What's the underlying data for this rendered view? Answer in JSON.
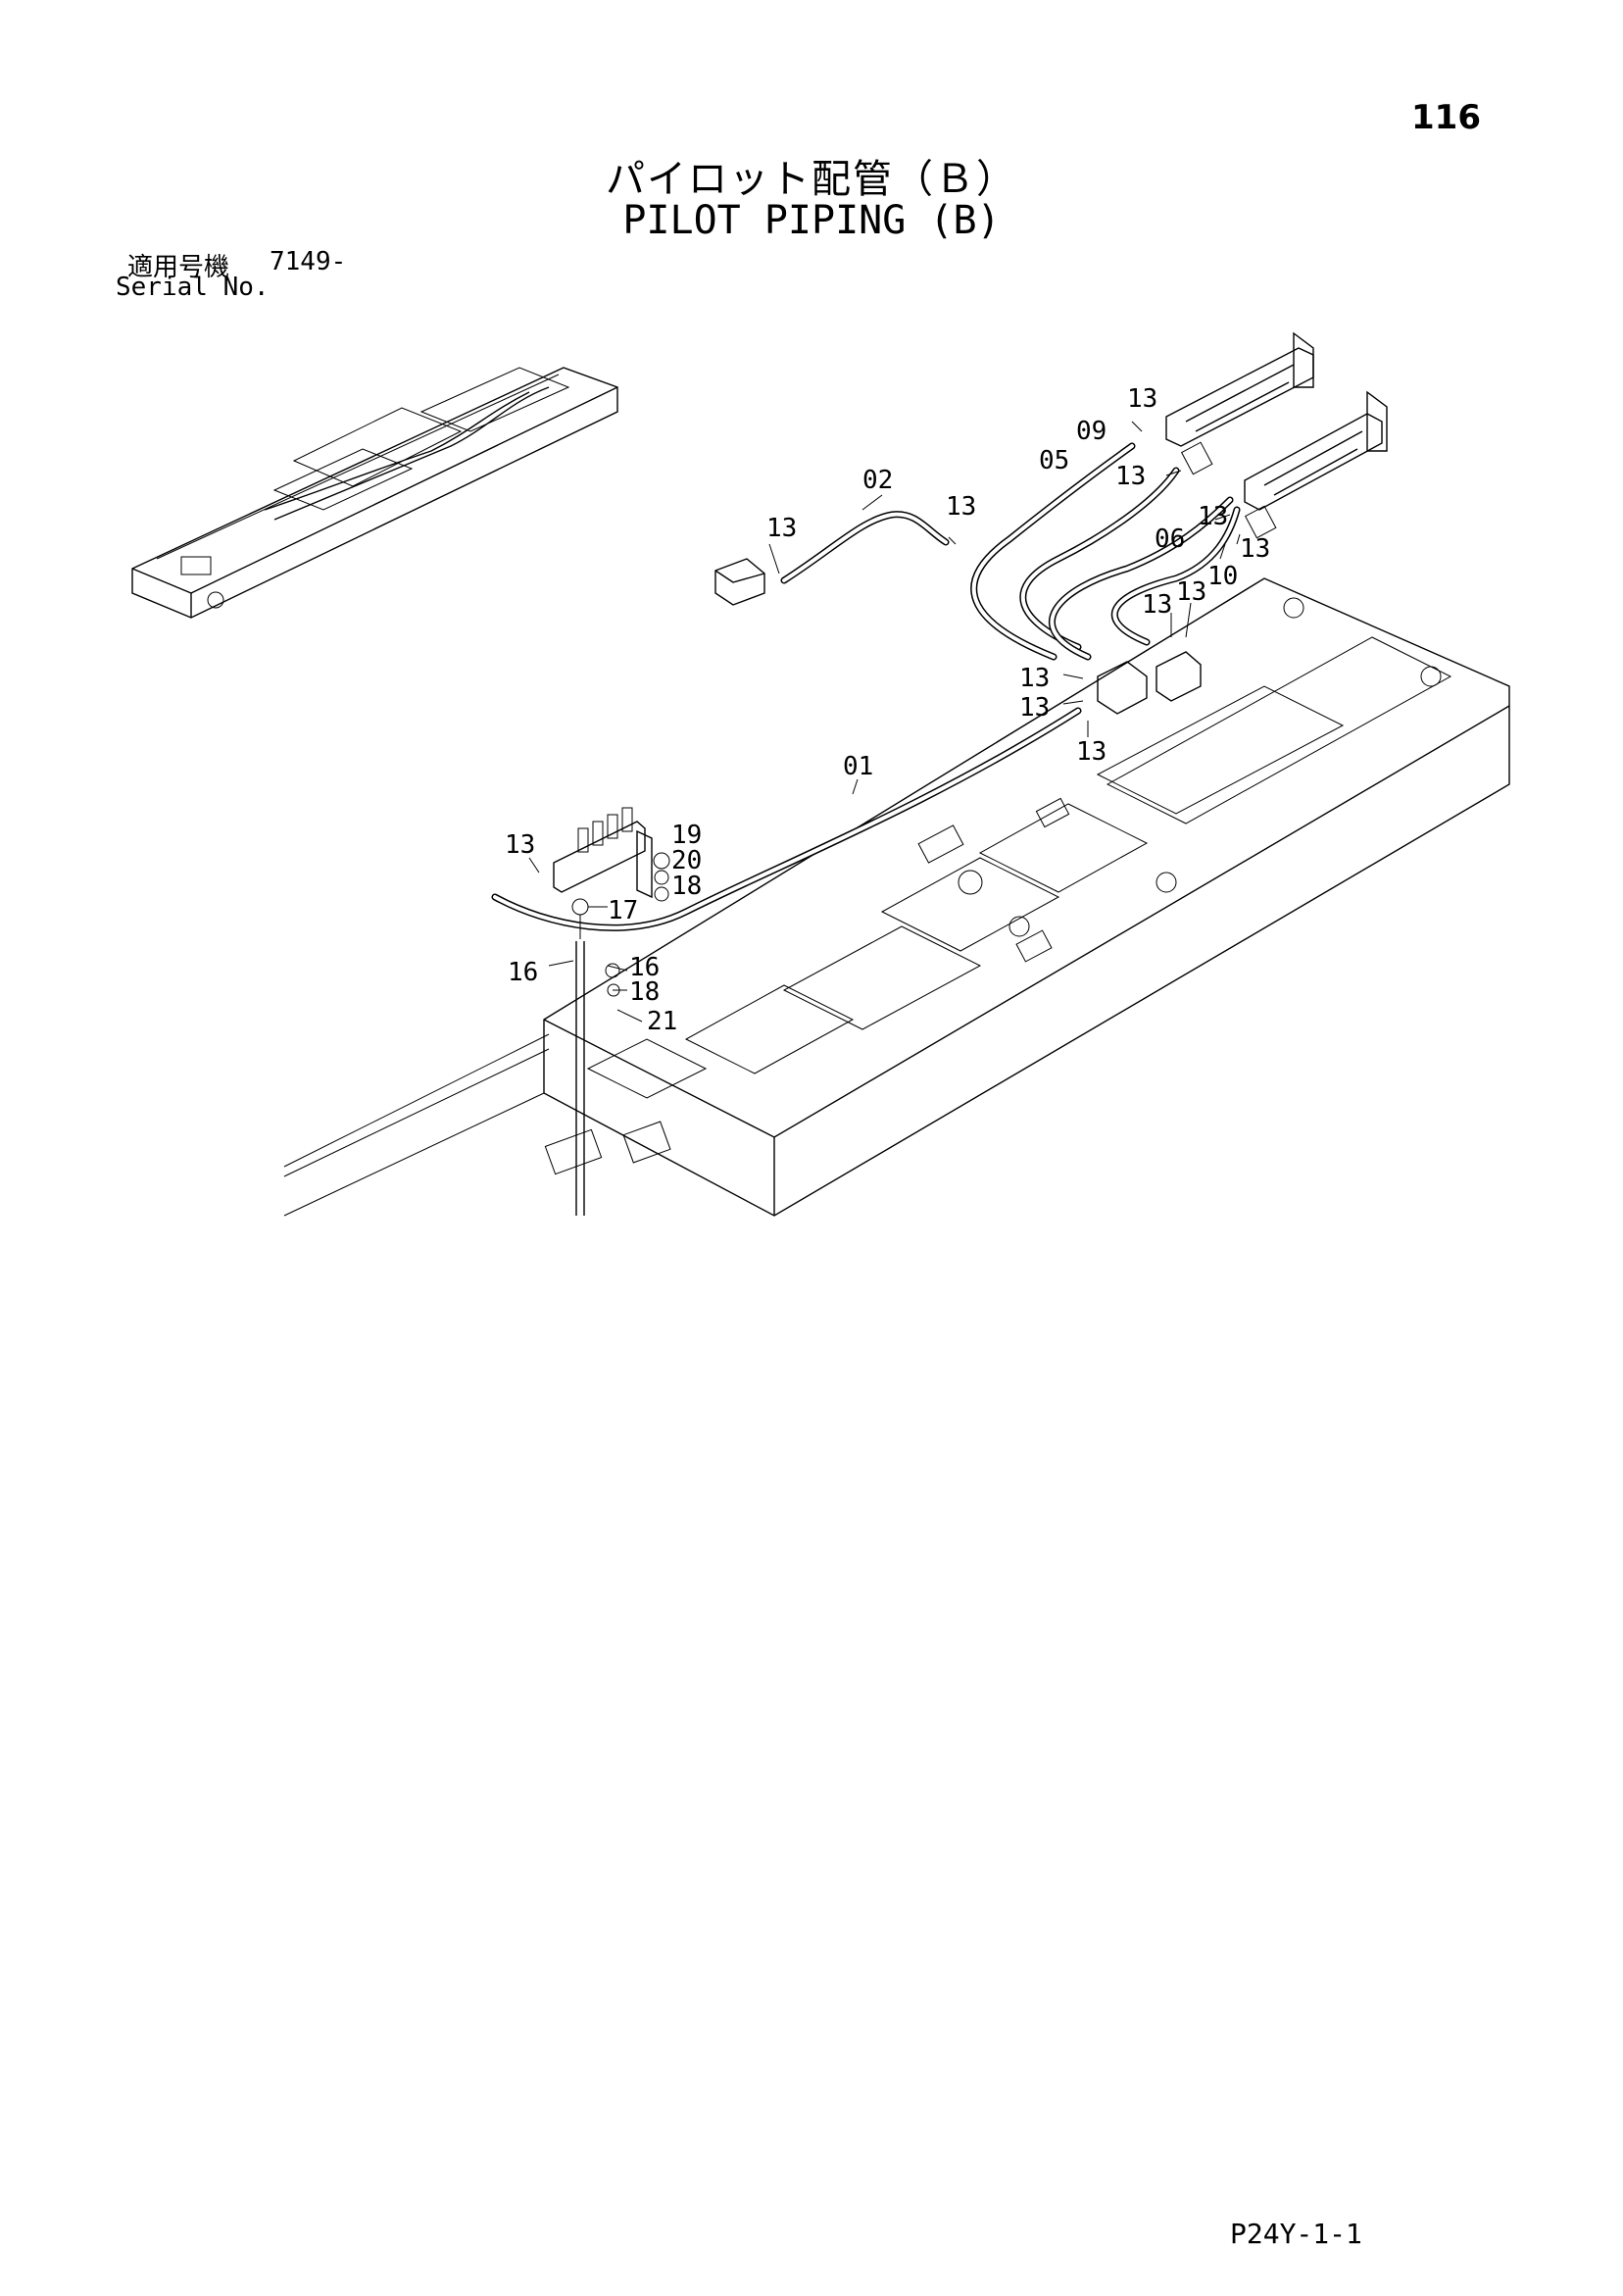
{
  "page": {
    "number": "116",
    "footer_code": "P24Y-1-1"
  },
  "title": {
    "japanese": "パイロット配管（Ｂ）",
    "english": "PILOT PIPING (B)"
  },
  "serial": {
    "label_jp": "適用号機",
    "label_en": "Serial No.",
    "value": "7149-"
  },
  "callouts": {
    "c01": "01",
    "c02": "02",
    "c05": "05",
    "c06": "06",
    "c09": "09",
    "c10": "10",
    "c13": "13",
    "c16": "16",
    "c17": "17",
    "c18": "18",
    "c19": "19",
    "c20": "20",
    "c21": "21"
  }
}
